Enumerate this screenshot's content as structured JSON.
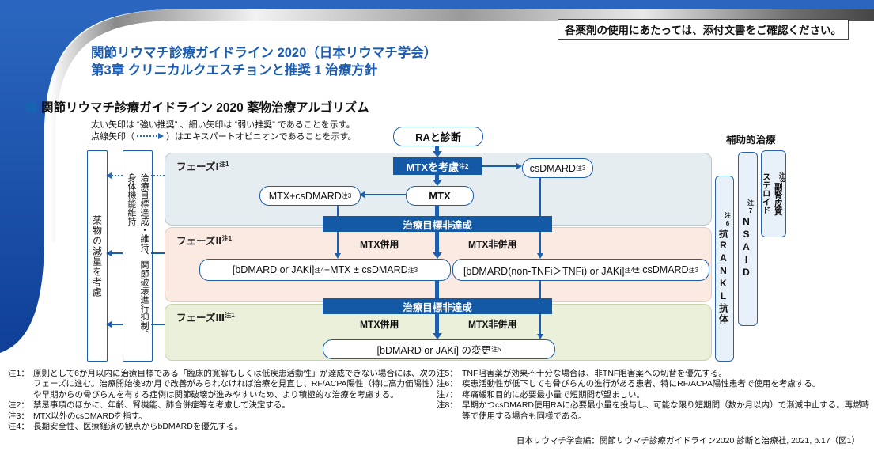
{
  "notice": "各薬剤の使用にあたっては、添付文書をご確認ください。",
  "header": {
    "title_line1": "関節リウマチ診療ガイドライン 2020（日本リウマチ学会）",
    "title_line2": "第3章 クリニカルクエスチョンと推奨 1 治療方針",
    "section_title": "関節リウマチ診療ガイドライン 2020 薬物治療アルゴリズム"
  },
  "legend": {
    "line1": "太い矢印は “強い推奨” 、細い矢印は “弱い推奨” であることを示す。",
    "line2_pre": "点線矢印（",
    "line2_post": "）はエキスパートオピニオンであることを示す。"
  },
  "flow": {
    "ra_diagnosis": "RAと診断",
    "mtx_consider": {
      "text": "MTXを考慮",
      "sup": "注2"
    },
    "csdmard": {
      "text": "csDMARD",
      "sup": "注3"
    },
    "mtx": "MTX",
    "mtx_plus": {
      "text": "MTX+csDMARD",
      "sup": "注3"
    },
    "goal_not_achieved_1": "治療目標非達成",
    "goal_not_achieved_2": "治療目標非達成",
    "mtx_with_p2": "MTX併用",
    "mtx_without_p2": "MTX非併用",
    "mtx_with_p3": "MTX併用",
    "mtx_without_p3": "MTX非併用",
    "phase2_left": {
      "p1": "[bDMARD or JAKi]",
      "s1": "注4",
      "p2": "+MTX ± csDMARD",
      "s2": "注3"
    },
    "phase2_right": {
      "p1": "[bDMARD(non-TNFi＞TNFi) or JAKi]",
      "s1": "注4",
      "p2": " ± csDMARD",
      "s2": "注3"
    },
    "phase3_change": {
      "p1": "[bDMARD or JAKi] の変更",
      "s1": "注5"
    },
    "phases": [
      {
        "label": "フェーズⅠ",
        "sup": "注1"
      },
      {
        "label": "フェーズⅡ",
        "sup": "注1"
      },
      {
        "label": "フェーズⅢ",
        "sup": "注1"
      }
    ]
  },
  "left_rail": {
    "reduce": "薬物の減量を考慮",
    "maintain_line1": "治療目標達成・維持、関節破壊進行抑制、",
    "maintain_line2": "身体機能維持"
  },
  "right_rail": {
    "title": "補助的治療",
    "rankl": {
      "sup": "注6",
      "text": "抗RANKL抗体"
    },
    "nsaid": {
      "sup": "注7",
      "text": "NSAID"
    },
    "steroid": {
      "sup": "注8",
      "line1": "副腎皮質",
      "line2": "ステロイド"
    }
  },
  "footnotes_left": [
    {
      "label": "注1：",
      "text": "原則として6か月以内に治療目標である「臨床的寛解もしくは低疾患活動性」が達成できない場合には、次のフェーズに進む。治療開始後3か月で改善がみられなければ治療を見直し、RF/ACPA陽性（特に高力価陽性）や早期からの骨びらんを有する症例は関節破壊が進みやすいため、より積極的な治療を考慮する。"
    },
    {
      "label": "注2：",
      "text": "禁忌事項のほかに、年齢、腎機能、肺合併症等を考慮して決定する。"
    },
    {
      "label": "注3：",
      "text": "MTX以外のcsDMARDを指す。"
    },
    {
      "label": "注4：",
      "text": "長期安全性、医療経済の観点からbDMARDを優先する。"
    }
  ],
  "footnotes_right": [
    {
      "label": "注5：",
      "text": "TNF阻害薬が効果不十分な場合は、非TNF阻害薬への切替を優先する。"
    },
    {
      "label": "注6：",
      "text": "疾患活動性が低下しても骨びらんの進行がある患者、特にRF/ACPA陽性患者で使用を考慮する。"
    },
    {
      "label": "注7：",
      "text": "疼痛緩和目的に必要最小量で短期間が望ましい。"
    },
    {
      "label": "注8：",
      "text": "早期かつcsDMARD使用RAに必要最小量を投与し、可能な限り短期間（数か月以内）で漸減中止する。再燃時等で使用する場合も同様である。"
    }
  ],
  "citation": "日本リウマチ学会編：関節リウマチ診療ガイドライン2020 診断と治療社, 2021, p.17（図1）",
  "colors": {
    "accent_blue": "#1459a6",
    "border_blue": "#1d5fae",
    "title_blue": "#1b5cb4",
    "phase1_bg": "#e5edf0",
    "phase2_bg": "#faeae1",
    "phase3_bg": "#eaf0da",
    "rail_bg": "#e8f0f9"
  }
}
